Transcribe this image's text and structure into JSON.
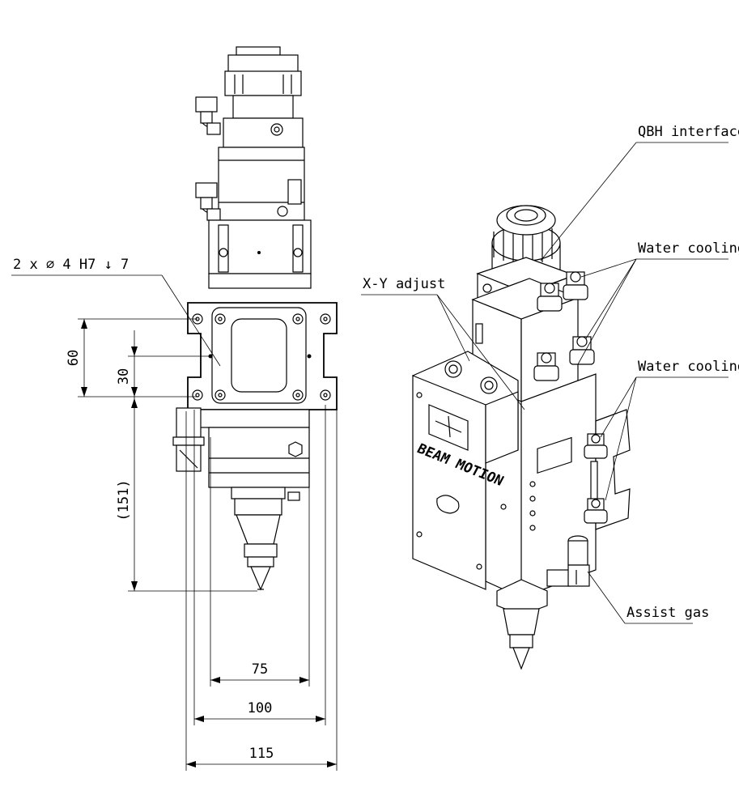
{
  "callouts": {
    "qbh": "QBH interface",
    "water_cooling_top": "Water cooling",
    "water_cooling_bottom": "Water cooling",
    "xy_adjust": "X-Y adjust",
    "assist_gas": "Assist gas"
  },
  "dimensions": {
    "hole_note": "2 x ∅ 4 H7 ↓ 7",
    "d60": "60",
    "d30": "30",
    "d151": "(151)",
    "d75": "75",
    "d100": "100",
    "d115": "115"
  },
  "nameplate": {
    "brand": "BEAM MOTION"
  }
}
